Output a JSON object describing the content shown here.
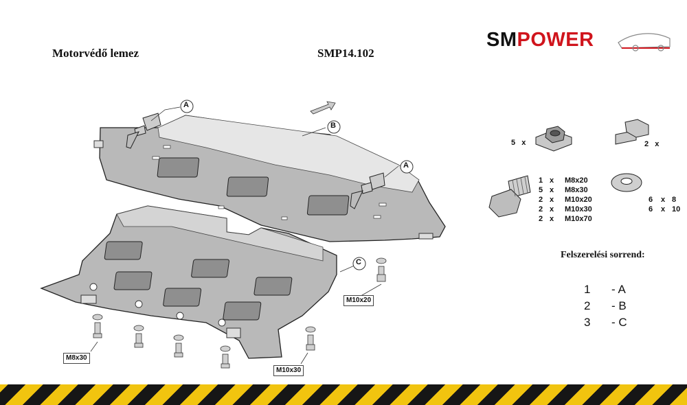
{
  "header": {
    "title": "Motorvédő lemez",
    "code": "SMP14.102"
  },
  "logo": {
    "part1": "SM",
    "part2": "POWER"
  },
  "hardware": {
    "nut_qty": "5",
    "bracket_qty": "2",
    "x": "x",
    "bolts": [
      {
        "qty": "1",
        "size": "M8x20"
      },
      {
        "qty": "5",
        "size": "M8x30"
      },
      {
        "qty": "2",
        "size": "M10x20"
      },
      {
        "qty": "2",
        "size": "M10x30"
      },
      {
        "qty": "2",
        "size": "M10x70"
      }
    ],
    "washers": [
      {
        "qty": "6",
        "size": "8"
      },
      {
        "qty": "6",
        "size": "10"
      }
    ]
  },
  "sequence": {
    "title": "Felszerelési sorrend:",
    "steps": [
      {
        "num": "1",
        "label": "- A"
      },
      {
        "num": "2",
        "label": "- B"
      },
      {
        "num": "3",
        "label": "- C"
      }
    ]
  },
  "callouts": {
    "a": "A",
    "b": "B",
    "c": "C"
  },
  "labels": {
    "m10x20": "M10x20",
    "m8x30": "M8x30",
    "m10x30": "M10x30"
  },
  "colors": {
    "plate": "#b9b9b9",
    "logo_red": "#d0141c",
    "stripe_yellow": "#f1c40f",
    "stripe_black": "#161616"
  }
}
